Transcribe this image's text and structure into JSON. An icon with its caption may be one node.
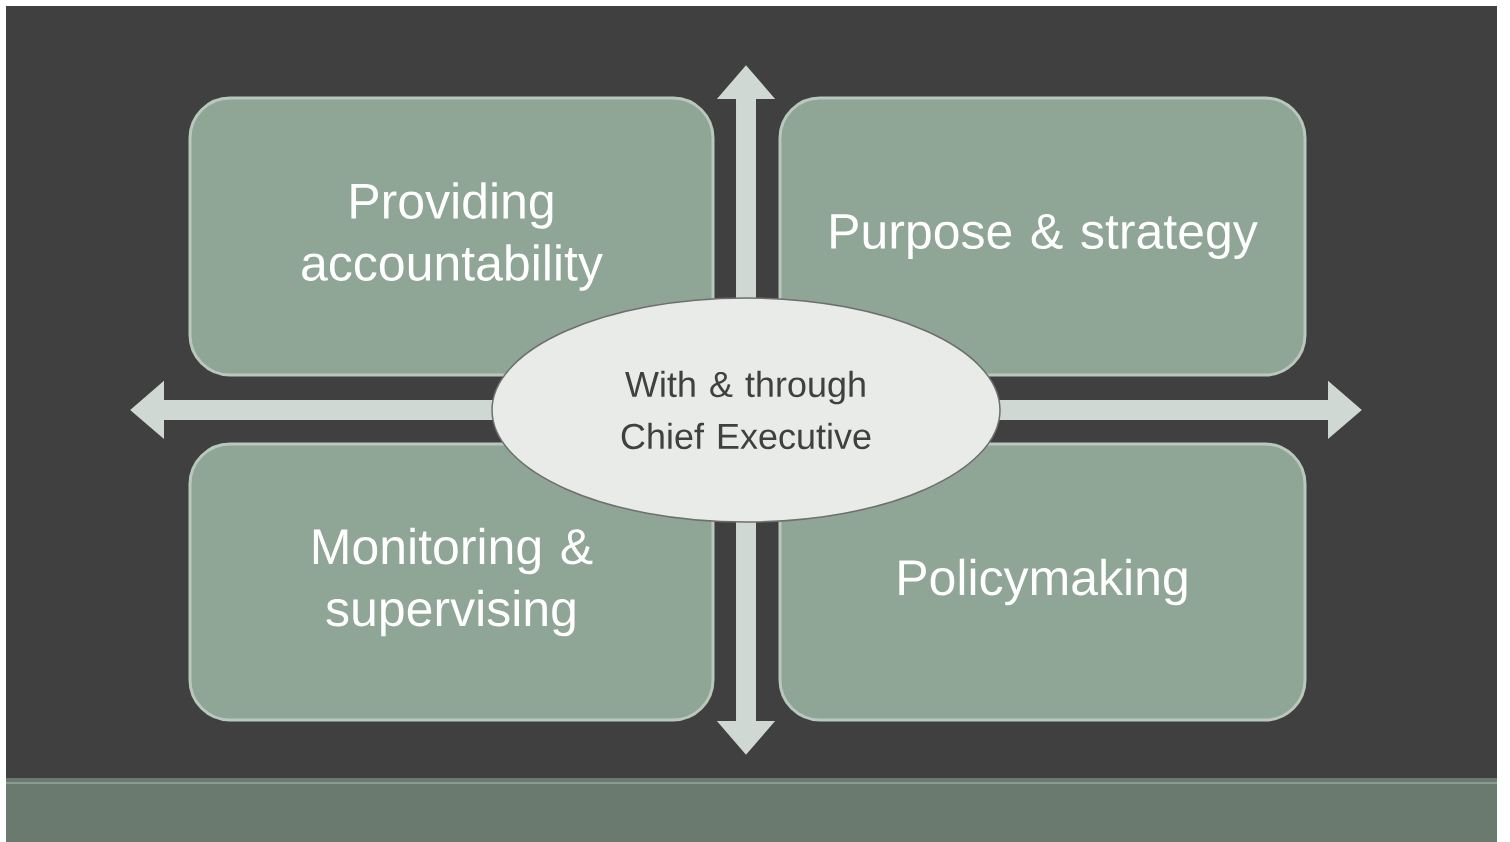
{
  "diagram": {
    "nodes": [
      {
        "text": [
          "Providing accountability"
        ]
      },
      {
        "text": [
          "Purpose & strategy"
        ]
      },
      {
        "text": [
          "Monitoring & supervising"
        ]
      },
      {
        "text": [
          "Policymaking"
        ]
      },
      {
        "text": [
          "With & through Chief Executive"
        ]
      }
    ]
  }
}
